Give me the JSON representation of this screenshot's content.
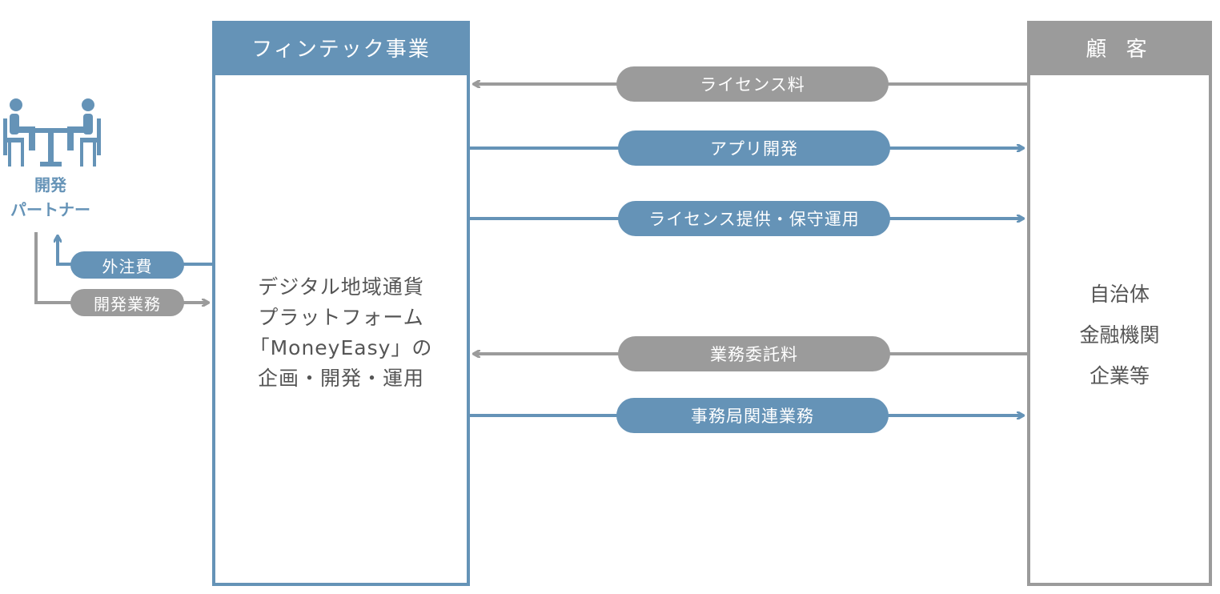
{
  "fintech": {
    "title": "フィンテック事業",
    "content_lines": [
      "デジタル地域通貨",
      "プラットフォーム",
      "「MoneyEasy」の",
      "企画・開発・運用"
    ]
  },
  "customer": {
    "title": "顧 客",
    "content_lines": [
      "自治体",
      "金融機関",
      "企業等"
    ]
  },
  "partner": {
    "label_lines": [
      "開発",
      "パートナー"
    ],
    "icon": "people-at-table-icon"
  },
  "flows": {
    "license_fee": "ライセンス料",
    "app_dev": "アプリ開発",
    "license_provision": "ライセンス提供・保守運用",
    "service_fee": "業務委託料",
    "secretariat": "事務局関連業務",
    "outsourcing_fee": "外注費",
    "dev_work": "開発業務"
  },
  "colors": {
    "blue": "#6593b7",
    "gray": "#9b9b9b",
    "text": "#555555"
  }
}
